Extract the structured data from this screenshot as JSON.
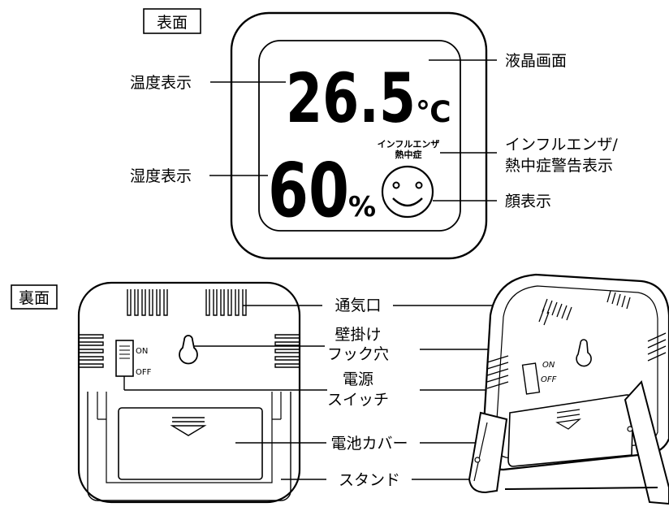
{
  "front": {
    "section_label": "表面",
    "temperature": {
      "value": "26.5",
      "unit": "℃"
    },
    "humidity": {
      "value": "60",
      "unit": "%"
    },
    "warning_text": [
      "インフルエンザ",
      "熱中症"
    ],
    "labels": {
      "temperature_display": "温度表示",
      "humidity_display": "湿度表示",
      "lcd_screen": "液晶画面",
      "warning_display_line1": "インフルエンザ/",
      "warning_display_line2": "熱中症警告表示",
      "face_display": "顔表示"
    }
  },
  "back": {
    "section_label": "裏面",
    "switch": {
      "on": "ON",
      "off": "OFF"
    },
    "labels": {
      "vent": "通気口",
      "wall_hook_line1": "壁掛け",
      "wall_hook_line2": "フック穴",
      "power_switch_line1": "電源",
      "power_switch_line2": "スイッチ",
      "battery_cover": "電池カバー",
      "stand": "スタンド"
    }
  }
}
